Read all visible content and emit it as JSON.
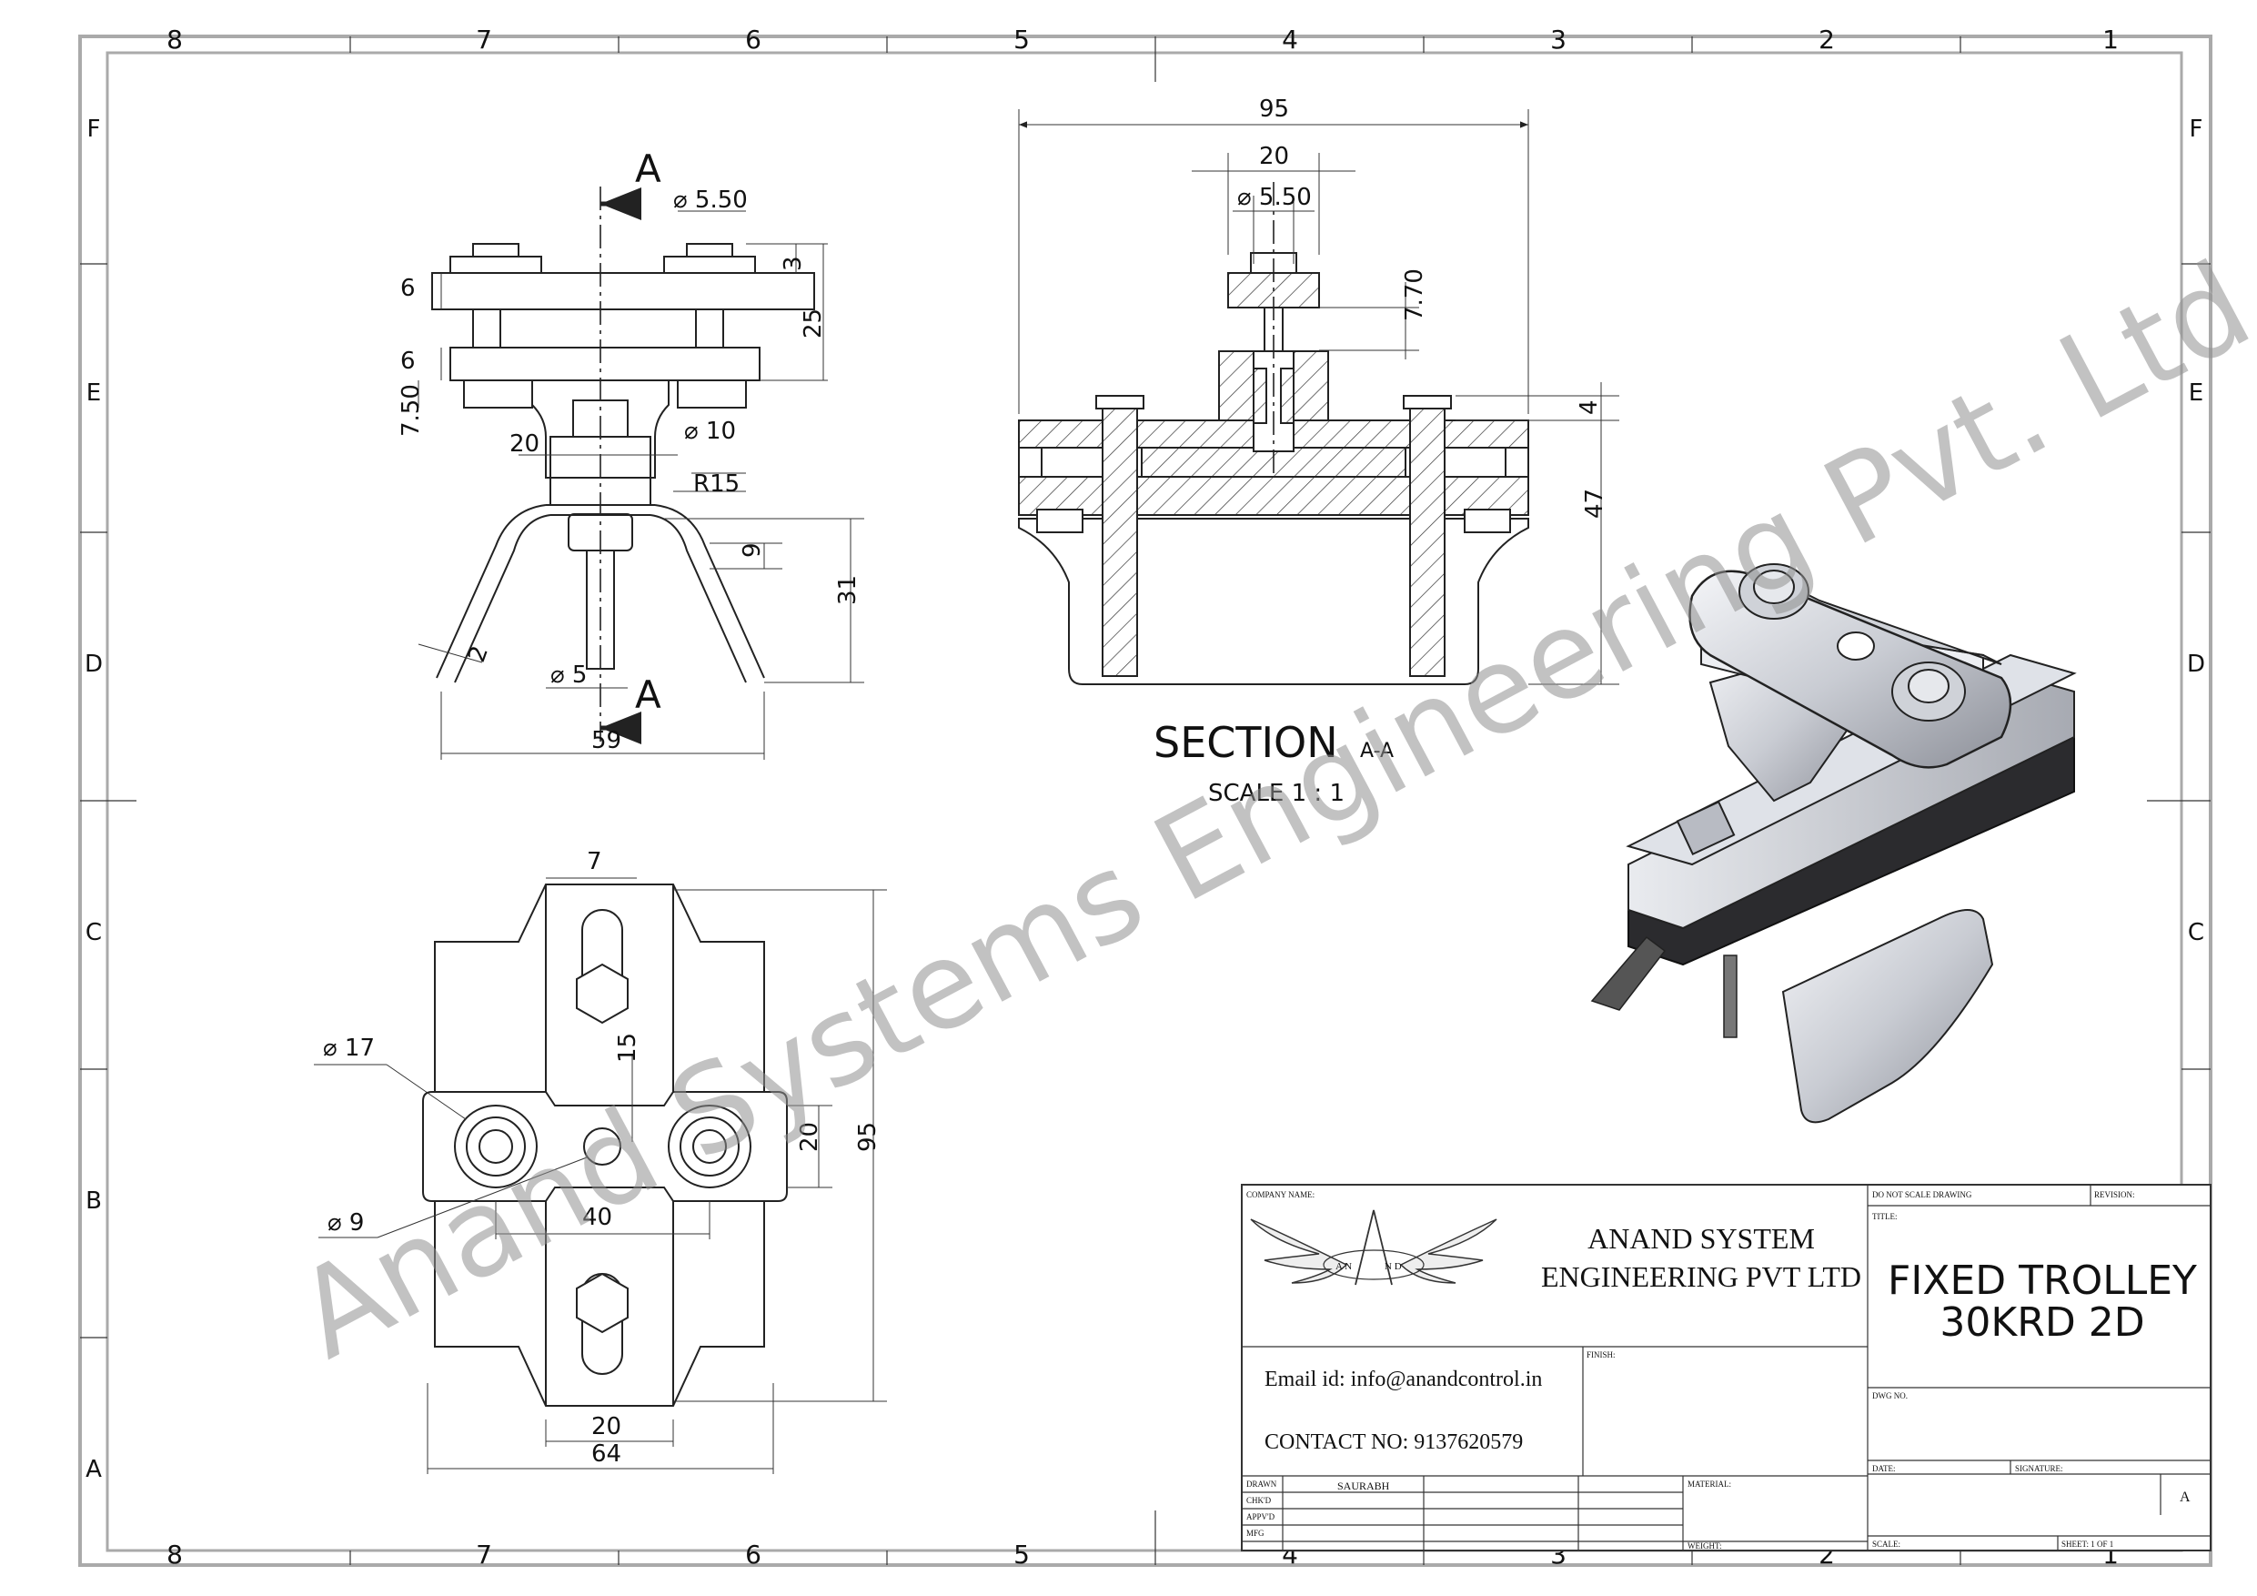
{
  "border": {
    "columns": [
      "8",
      "7",
      "6",
      "5",
      "4",
      "3",
      "2",
      "1"
    ],
    "rows": [
      "F",
      "E",
      "D",
      "C",
      "B",
      "A"
    ]
  },
  "watermark": "Anand Systems Engineering Pvt. Ltd.",
  "section_view": {
    "title": "SECTION",
    "suffix": "A-A",
    "scale": "SCALE 1 : 1"
  },
  "front_view_dims": {
    "section_marker_top": "A",
    "section_marker_bottom": "A",
    "hole_dia_top": "⌀ 5.50",
    "d6_top": "6",
    "d6_mid": "6",
    "d7_50": "7.50",
    "d3": "3",
    "d25": "25",
    "d_hole10": "⌀ 10",
    "d20": "20",
    "radius": "R15",
    "d9": "9",
    "d31": "31",
    "d2": "2",
    "d_rod5": "⌀ 5",
    "d59": "59"
  },
  "section_dims": {
    "width95": "95",
    "width20": "20",
    "hole_dia": "⌀ 5.50",
    "d7_70": "7.70",
    "d4": "4",
    "d47": "47"
  },
  "top_view_dims": {
    "d7": "7",
    "d17": "⌀ 17",
    "d15": "15",
    "d20_vert": "20",
    "d95": "95",
    "d9": "⌀ 9",
    "d40": "40",
    "d20_bottom": "20",
    "d64": "64"
  },
  "title_block": {
    "company_name_label": "COMPANY NAME:",
    "company_line1": "ANAND SYSTEM",
    "company_line2": "ENGINEERING PVT LTD",
    "logo_left_letters": "A N",
    "logo_right_letters": "N D",
    "email": "Email id: info@anandcontrol.in",
    "contact": "CONTACT NO: 9137620579",
    "finish_label": "FINISH:",
    "do_not_scale": "DO NOT SCALE DRAWING",
    "revision_label": "REVISION:",
    "title_label": "TITLE:",
    "title_line1": "FIXED TROLLEY",
    "title_line2": "30KRD 2D",
    "dwg_no_label": "DWG NO.",
    "drawn_label": "DRAWN",
    "drawn_name": "SAURABH",
    "chkd_label": "CHK'D",
    "appvd_label": "APPV'D",
    "mfg_label": "MFG",
    "material_label": "MATERIAL:",
    "weight_label": "WEIGHT:",
    "date_label": "DATE:",
    "signature_label": "SIGNATURE:",
    "size_value": "A",
    "scale_label": "SCALE:",
    "sheet_label": "SHEET: 1 OF 1"
  }
}
